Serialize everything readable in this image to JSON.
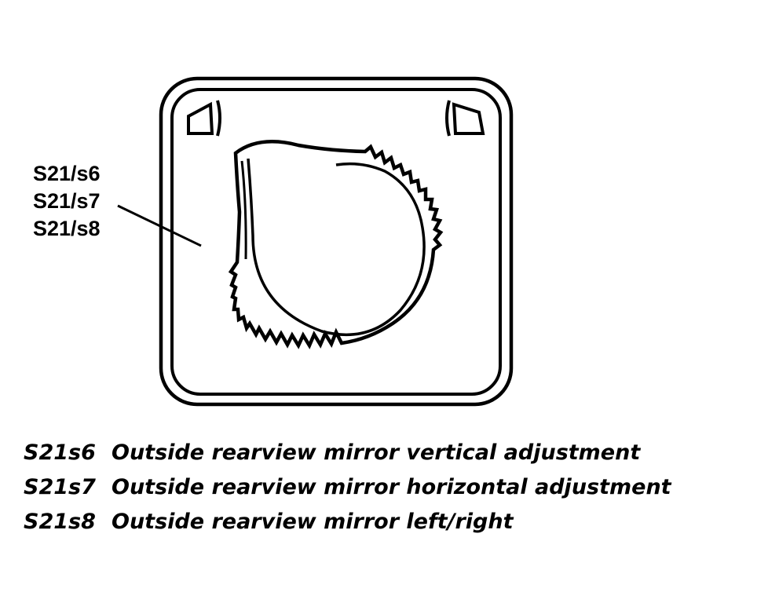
{
  "callout_labels": [
    "S21/s6",
    "S21/s7",
    "S21/s8"
  ],
  "legend": [
    {
      "code": "S21s6",
      "description": "Outside rearview mirror vertical adjustment"
    },
    {
      "code": "S21s7",
      "description": "Outside rearview mirror horizontal adjustment"
    },
    {
      "code": "S21s8",
      "description": "Outside rearview mirror left/right"
    }
  ]
}
